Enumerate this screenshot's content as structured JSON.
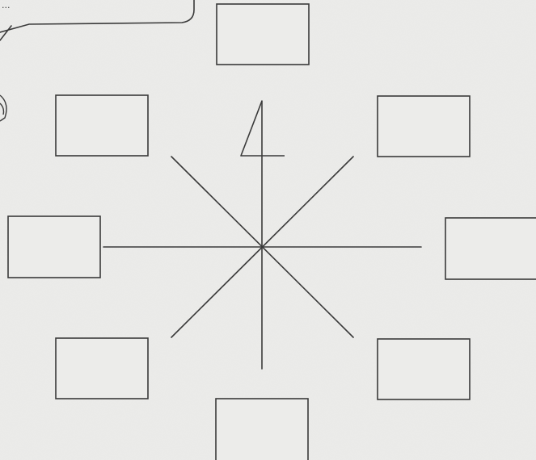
{
  "worksheet": {
    "speech_bubble_fragment": "...",
    "compass": {
      "center_mark": "north-arrow",
      "directions": 8
    },
    "answer_boxes": [
      {
        "position": "top",
        "value": ""
      },
      {
        "position": "top-left",
        "value": ""
      },
      {
        "position": "top-right",
        "value": ""
      },
      {
        "position": "left",
        "value": ""
      },
      {
        "position": "right",
        "value": ""
      },
      {
        "position": "bottom-left",
        "value": ""
      },
      {
        "position": "bottom-right",
        "value": ""
      },
      {
        "position": "bottom",
        "value": ""
      }
    ],
    "colors": {
      "paper": "#ececea",
      "ink": "#3a3a3a"
    }
  }
}
